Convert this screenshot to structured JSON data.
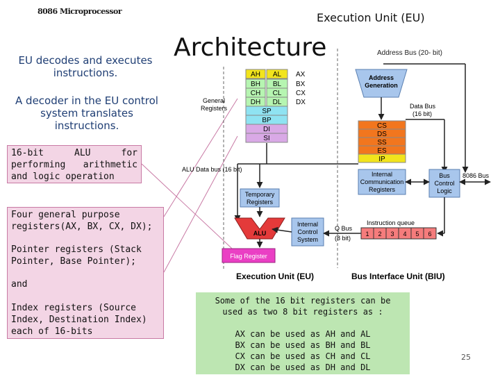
{
  "header": {
    "course": "8086 Microprocessor",
    "title": "Execution Unit (EU)",
    "big_title": "Architecture"
  },
  "left": {
    "decodes": "EU decodes and executes instructions.",
    "decoder": "A decoder in the EU control system translates instructions.",
    "alu_box": "16-bit ALU for performing arithmetic and logic operation",
    "regs_box": {
      "line1": "Four general purpose registers(AX, BX, CX, DX);",
      "line2": "Pointer registers (Stack Pointer, Base Pointer);",
      "line3": "and",
      "line4": "Index registers (Source Index, Destination Index) each of 16-bits"
    }
  },
  "diagram": {
    "address_bus": "Address Bus (20- bit)",
    "address_gen_1": "Address",
    "address_gen_2": "Generation",
    "general_regs_1": "General",
    "general_regs_2": "Registers",
    "regs_left": [
      "AH",
      "BH",
      "CH",
      "DH"
    ],
    "regs_right": [
      "AL",
      "BL",
      "CL",
      "DL"
    ],
    "regs_names": [
      "AX",
      "BX",
      "CX",
      "DX"
    ],
    "pointer_regs": [
      "SP",
      "BP",
      "DI",
      "SI"
    ],
    "segment_regs": [
      "CS",
      "DS",
      "SS",
      "ES",
      "IP"
    ],
    "data_bus_1": "Data Bus",
    "data_bus_2": "(16 bit)",
    "alu_data_bus": "ALU Data bus (16 bit)",
    "internal_comm_1": "Internal",
    "internal_comm_2": "Communication",
    "internal_comm_3": "Registers",
    "bus_control_1": "Bus",
    "bus_control_2": "Control",
    "bus_control_3": "Logic",
    "bus_8086": "8086 Bus",
    "temp_regs_1": "Temporary",
    "temp_regs_2": "Registers",
    "alu_label": "ALU",
    "instruction_queue": "Instruction queue",
    "internal_ctrl_1": "Internal",
    "internal_ctrl_2": "Control",
    "internal_ctrl_3": "System",
    "q_bus_1": "Q Bus",
    "q_bus_2": "(8 bit)",
    "queue_cells": [
      "1",
      "2",
      "3",
      "4",
      "5",
      "6"
    ],
    "flag_register": "Flag Register",
    "eu_label": "Execution Unit (EU)",
    "biu_label": "Bus Interface Unit (BIU)"
  },
  "note": {
    "line1": "Some of the 16 bit registers can be",
    "line2": "used as two 8 bit registers as :",
    "pairs": [
      "AX can be used as AH and AL",
      "BX can be used as BH and BL",
      "CX can be used as CH and CL",
      "DX can be used as DH and DL"
    ]
  },
  "page_number": "25",
  "colors": {
    "yellow": "#f2e41c",
    "green_reg": "#b6f5b1",
    "cyan_reg": "#8fe3f2",
    "purple_reg": "#d9a9e6",
    "orange_seg": "#f2761e",
    "blue_box": "#a8c6ec",
    "red_alu": "#e43a3a",
    "magenta_flag": "#ea3fc4",
    "queue_red": "#f57c7c"
  }
}
